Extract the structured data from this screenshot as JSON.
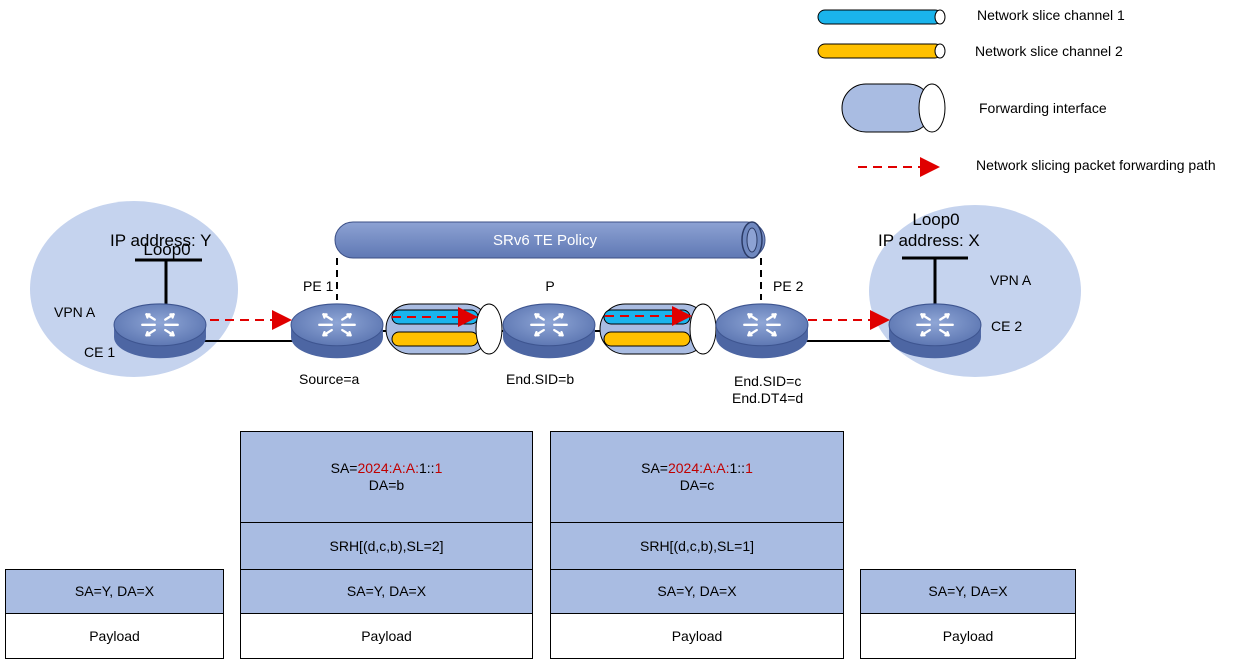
{
  "colors": {
    "slice1": "#1ab4ec",
    "slice2": "#ffc000",
    "interface": "#a9bce2",
    "policy": "#6f88bf",
    "arrow": "#e00000",
    "site": "#c5d3ee",
    "router": "#6f88bf",
    "accent_red": "#c00000"
  },
  "legend": {
    "slice1": "Network slice channel 1",
    "slice2": "Network slice channel 2",
    "interface": "Forwarding interface",
    "path": "Network slicing packet forwarding path"
  },
  "policy_label": "SRv6 TE Policy",
  "sites": {
    "left": {
      "loop": "Loop0",
      "ip": "IP address: Y",
      "vpn": "VPN A",
      "ce": "CE 1"
    },
    "right": {
      "loop": "Loop0",
      "ip": "IP address: X",
      "vpn": "VPN A",
      "ce": "CE 2"
    }
  },
  "nodes": {
    "pe1": {
      "name": "PE 1",
      "info": "Source=a"
    },
    "p": {
      "name": "P",
      "info": "End.SID=b"
    },
    "pe2": {
      "name": "PE 2",
      "info1": "End.SID=c",
      "info2": "End.DT4=d"
    }
  },
  "packets": {
    "p1": {
      "inner": "SA=Y, DA=X",
      "payload": "Payload"
    },
    "p2": {
      "sa_prefix": "SA=",
      "sa_red": "2024:A:A:",
      "sa_suffix": "1::",
      "sa_red2": "1",
      "da": "DA=b",
      "srh": "SRH[(d,c,b),SL=2]",
      "inner": "SA=Y, DA=X",
      "payload": "Payload"
    },
    "p3": {
      "sa_prefix": "SA=",
      "sa_red": "2024:A:A:",
      "sa_suffix": "1::",
      "sa_red2": "1",
      "da": "DA=c",
      "srh": "SRH[(d,c,b),SL=1]",
      "inner": "SA=Y, DA=X",
      "payload": "Payload"
    },
    "p4": {
      "inner": "SA=Y, DA=X",
      "payload": "Payload"
    }
  }
}
